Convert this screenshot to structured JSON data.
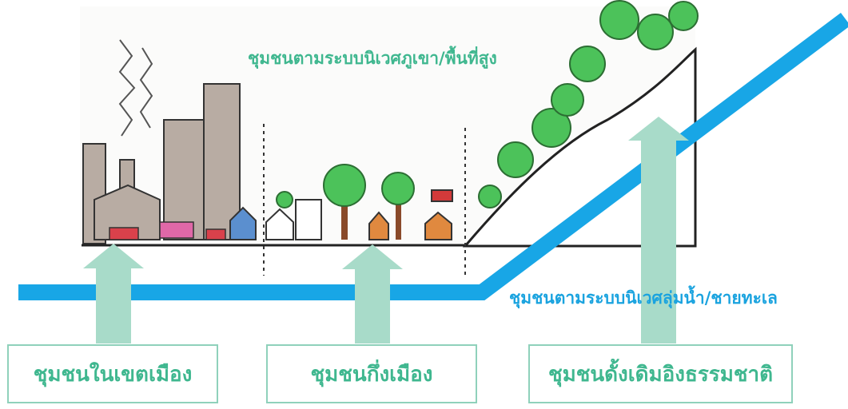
{
  "labels": {
    "highland": "ชุมชนตามระบบนิเวศภูเขา/พื้นที่สูง",
    "lowland": "ชุมชนตามระบบนิเวศลุ่มน้ำ/ชายทะเล"
  },
  "boxes": {
    "urban": "ชุมชนในเขตเมือง",
    "semi_urban": "ชุมชนกึ่งเมือง",
    "traditional": "ชุมชนดั้งเดิมอิงธรรมชาติ"
  },
  "colors": {
    "blue_line": "#18a6e6",
    "arrow": "#a8dbc9",
    "box_border": "#8fd1bb",
    "label_green": "#3fb78f",
    "label_blue": "#1aa3df"
  }
}
